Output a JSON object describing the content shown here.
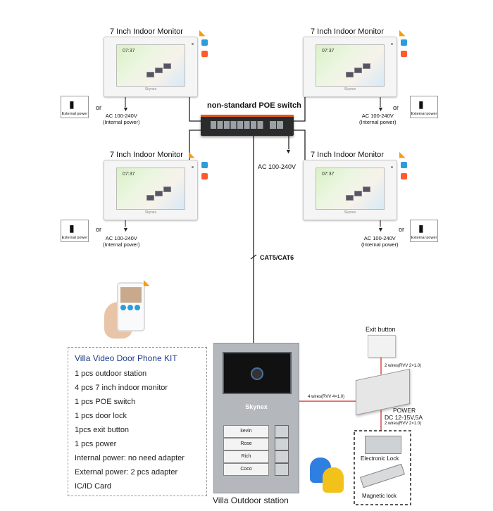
{
  "monitors": [
    {
      "title": "7 Inch Indoor Monitor",
      "time": "07:37",
      "brand": "Skynex"
    },
    {
      "title": "7 Inch Indoor Monitor",
      "time": "07:37",
      "brand": "Skynex"
    },
    {
      "title": "7 Inch Indoor Monitor",
      "time": "07:37",
      "brand": "Skynex"
    },
    {
      "title": "7 Inch Indoor Monitor",
      "time": "07:37",
      "brand": "Skynex"
    }
  ],
  "switch": {
    "label": "non-standard POE switch",
    "power": "AC 100-240V"
  },
  "power": {
    "ac": "AC 100-240V",
    "internal": "(Internal power)",
    "external": "External power",
    "or": "or"
  },
  "cable": {
    "label": "CAT5/CAT6"
  },
  "outdoor": {
    "brand": "Skynex",
    "names": [
      "kevin",
      "Rose",
      "Rich",
      "Coco"
    ],
    "caption": "Villa Outdoor station"
  },
  "lock": {
    "exit_button": "Exit button",
    "wires_top": "2 wires(RVV 2×1.0)",
    "wires_left": "4 wires(RVV 4×1.0)",
    "power_title": "POWER",
    "power_spec": "DC 12-15V,5A",
    "wires_bottom": "2 wires(RVV 2×1.0)",
    "electronic_lock": "Electronic Lock",
    "magnetic_lock": "Magnetic lock"
  },
  "kit": {
    "title": "Villa Video Door Phone KIT",
    "items": [
      "1 pcs outdoor station",
      "4 pcs 7 inch indoor monitor",
      "1 pcs POE switch",
      "1 pcs door lock",
      "1pcs exit button",
      "1 pcs power",
      "Internal power: no need adapter",
      "External power: 2 pcs adapter",
      "IC/ID Card"
    ]
  },
  "colors": {
    "kit_title": "#1f3d8c",
    "switch_body": "#2b2b2b",
    "switch_accent": "#e05a1c",
    "outdoor_panel": "#b4b8bc"
  }
}
